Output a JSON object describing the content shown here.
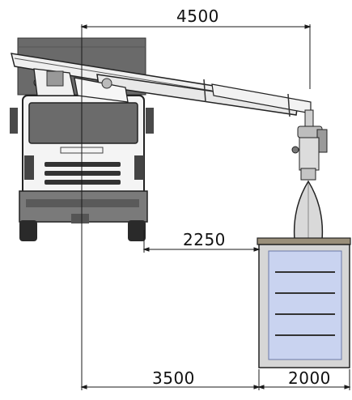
{
  "dimensions": {
    "top_span": "4500",
    "reach": "2250",
    "bottom_left": "3500",
    "bottom_right": "2000"
  },
  "colors": {
    "line": "#1a1a1a",
    "truck_dark": "#5e5e5e",
    "truck_light": "#f2f2f2",
    "crane_arm": "#eeeeee",
    "tank_blue": "#c9d3f0",
    "hopper": "#d8d8d8"
  },
  "icons": [
    "truck-cab",
    "crane-boom",
    "grab-hopper",
    "storage-tank"
  ]
}
